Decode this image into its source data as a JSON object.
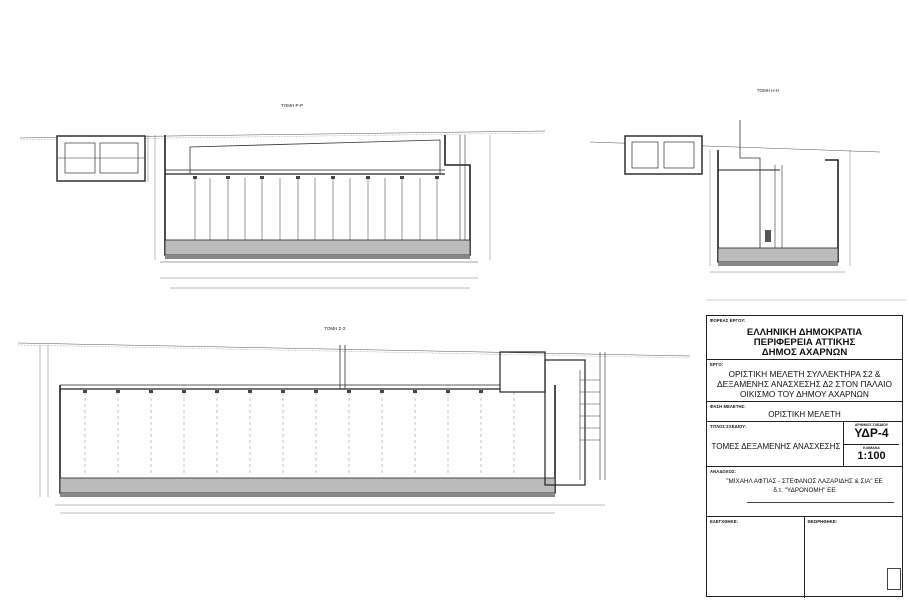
{
  "sections": {
    "section_pp": "ΤΟΜΗ Ρ-Ρ",
    "section_hh": "ΤΟΜΗ Η-Η",
    "section_ss": "ΤΟΜΗ Σ-Σ"
  },
  "title_block": {
    "owner_label": "ΦΟΡΕΑΣ ΕΡΓΟΥ:",
    "owner_lines": [
      "ΕΛΛΗΝΙΚΗ ΔΗΜΟΚΡΑΤΙΑ",
      "ΠΕΡΙΦΕΡΕΙΑ ΑΤΤΙΚΗΣ",
      "ΔΗΜΟΣ ΑΧΑΡΝΩΝ"
    ],
    "project_label": "ΕΡΓΟ:",
    "project_lines": [
      "ΟΡΙΣΤΙΚΗ ΜΕΛΕΤΗ ΣΥΛΛΕΚΤΗΡΑ Σ2 &",
      "ΔΕΞΑΜΕΝΗΣ ΑΝΑΣΧΕΣΗΣ Δ2 ΣΤΟΝ ΠΑΛΑΙΟ",
      "ΟΙΚΙΣΜΟ ΤΟΥ ΔΗΜΟΥ ΑΧΑΡΝΩΝ"
    ],
    "phase_label": "ΦΑΣΗ ΜΕΛΕΤΗΣ:",
    "phase_value": "ΟΡΙΣΤΙΚΗ ΜΕΛΕΤΗ",
    "drawing_no_label": "ΑΡΙΘΜΟΣ ΣΧΕΔΙΟΥ",
    "drawing_no": "ΥΔΡ-4",
    "drawing_title_label": "ΤΙΤΛΟΣ ΣΧΕΔΙΟΥ:",
    "drawing_title": "ΤΟΜΕΣ ΔΕΞΑΜΕΝΗΣ ΑΝΑΣΧΕΣΗΣ",
    "scale_label": "ΚΛΙΜΑΚΑ",
    "scale": "1:100",
    "designer_label": "ΑΝΑΔΟΧΟΣ:",
    "designer_lines": [
      "\"ΜΙΧΑΗΛ ΑΦΤΙΑΣ - ΣΤΕΦΑΝΟΣ ΛΑΖΑΡΙΔΗΣ & ΣΙΑ\" ΕΕ",
      "δ.τ. \"ΥΔΡΟΝΟΜΗ\" ΕΕ"
    ],
    "approved_label": "ΕΛΕΓΧΘΗΚΕ:",
    "endorsed_label": "ΘΕΩΡΗΘΗΚΕ:"
  }
}
